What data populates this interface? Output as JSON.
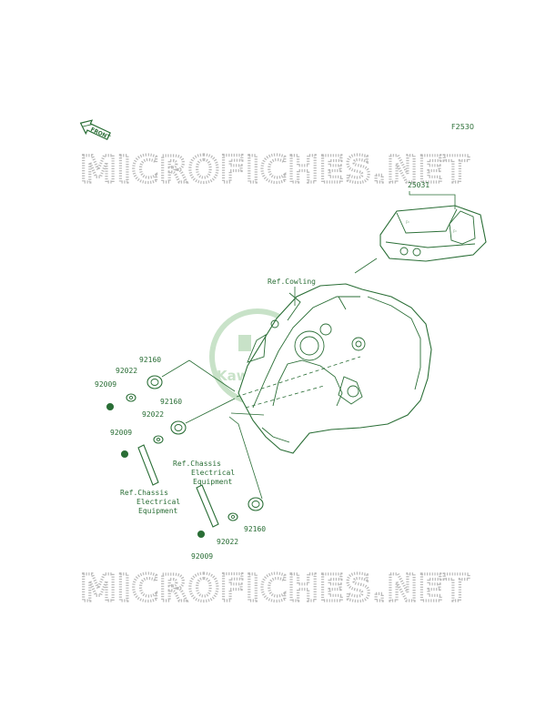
{
  "figure_id": "F2530",
  "front_arrow": {
    "text": "FRONT"
  },
  "watermark": {
    "text": "MICROFICHES.NET"
  },
  "logo_text": "Kawasaki",
  "labels": {
    "meter_assembly": "25031",
    "ref_cowling": "Ref.Cowling",
    "nut_top": "92009",
    "washer_top": "92022",
    "damper_top": "92160",
    "nut_mid": "92009",
    "washer_mid": "92022",
    "damper_mid": "92160",
    "ref_chassis_left": [
      "Ref.Chassis",
      "Electrical",
      "Equipment"
    ],
    "ref_chassis_right": [
      "Ref.Chassis",
      "Electrical",
      "Equipment"
    ],
    "damper_bottom": "92160",
    "washer_bottom": "92022",
    "nut_bottom": "92009"
  }
}
